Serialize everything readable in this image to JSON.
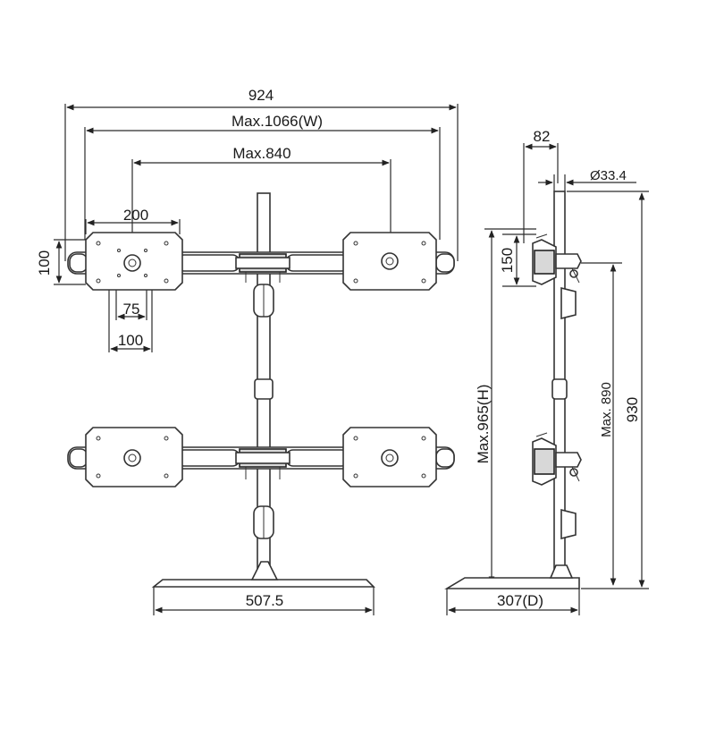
{
  "diagram": {
    "front_view": {
      "overall_width_label": "924",
      "max_width_label": "Max.1066(W)",
      "max_spacing_label": "Max.840",
      "vesa_width_label": "200",
      "vesa_height_label": "100",
      "vesa_small_label": "75",
      "vesa_large_label": "100",
      "base_width_label": "507.5"
    },
    "side_view": {
      "arm_offset_label": "82",
      "pole_diameter_label": "Ø33.4",
      "mount_height_label": "150",
      "max_height_label": "Max.965(H)",
      "max_pole_label": "Max. 890",
      "pole_height_label": "930",
      "base_depth_label": "307(D)"
    }
  }
}
